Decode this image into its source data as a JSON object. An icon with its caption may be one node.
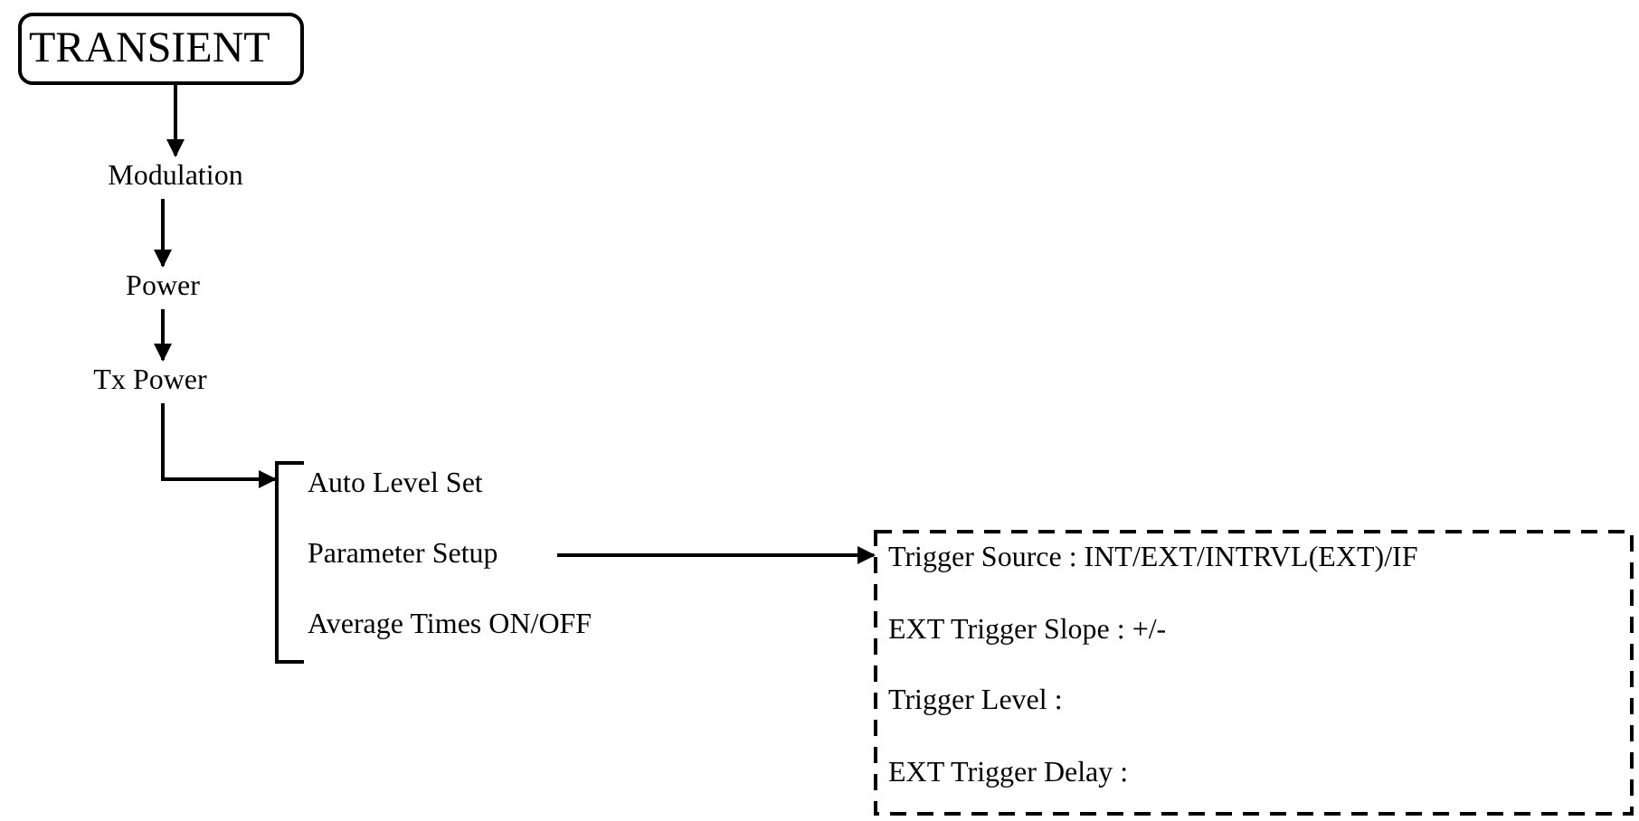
{
  "diagram": {
    "nodes": [
      {
        "text": [
          "TRANSIENT"
        ]
      },
      {
        "text": [
          "Modulation"
        ]
      },
      {
        "text": [
          "Power"
        ]
      },
      {
        "text": [
          "Tx Power"
        ]
      },
      {
        "text": [],
        "shape": "bracket"
      },
      {
        "text": [
          "Auto Level Set"
        ],
        "in": 4
      },
      {
        "text": [
          "Parameter Setup"
        ],
        "in": 4
      },
      {
        "text": [
          "Average Times ON/OFF"
        ],
        "in": 4
      },
      {
        "text": [
          "Trigger Source : INT/EXT/INTRVL(EXT)/IF",
          "EXT Trigger Slope : +/-",
          "Trigger Level :",
          "EXT Trigger Delay :"
        ]
      }
    ],
    "edges": [
      {
        "from": 0,
        "to": 1,
        "arrow": "to"
      },
      {
        "from": 1,
        "to": 2,
        "arrow": "to"
      },
      {
        "from": 2,
        "to": 3,
        "arrow": "to"
      },
      {
        "from": 3,
        "to": 4,
        "arrow": "to"
      },
      {
        "from": 6,
        "to": 8,
        "arrow": "to"
      }
    ]
  }
}
